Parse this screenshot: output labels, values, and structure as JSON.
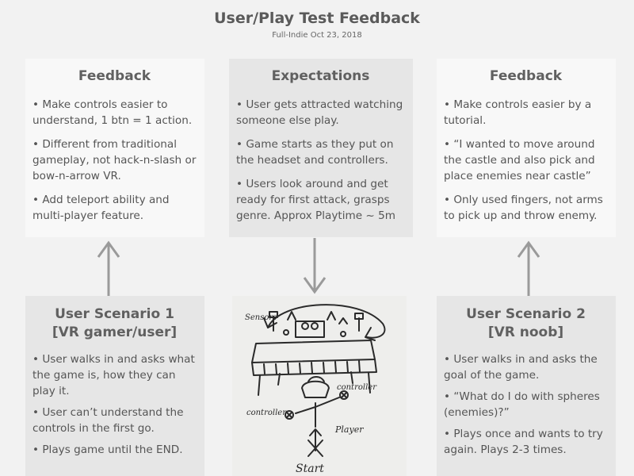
{
  "header": {
    "title": "User/Play Test Feedback",
    "subtitle": "Full-Indie Oct 23, 2018"
  },
  "feedback_left": {
    "title": "Feedback",
    "items": [
      "• Make controls easier to understand, 1 btn = 1 action.",
      "• Different from traditional gameplay, not hack-n-slash or bow-n-arrow VR.",
      "• Add teleport ability and multi-player feature."
    ]
  },
  "expectations": {
    "title": "Expectations",
    "items": [
      "• User gets attracted watching someone else play.",
      "• Game starts as they put on the headset and controllers.",
      "• Users look around and get ready for first attack, grasps genre. Approx Playtime ~ 5m"
    ]
  },
  "feedback_right": {
    "title": "Feedback",
    "items": [
      "• Make controls easier by a tutorial.",
      "• “I wanted to move around the castle and also pick and place enemies near castle”",
      "• Only used fingers, not arms to pick up and throw enemy."
    ]
  },
  "scenario_1": {
    "title_line1": "User Scenario 1",
    "title_line2": "[VR gamer/user]",
    "items": [
      "• User walks in and asks what the game is, how they can play it.",
      "• User can’t understand the controls in the first go.",
      "• Plays game until the END."
    ]
  },
  "scenario_2": {
    "title_line1": "User Scenario 2",
    "title_line2": "[VR noob]",
    "items": [
      "• User walks in and asks the goal of the game.",
      "• “What do I do with spheres (enemies)?”",
      "• Plays once and wants to try again. Plays 2-3 times."
    ]
  },
  "sketch": {
    "sensors_label": "Sensors",
    "controller_left_label": "controller",
    "controller_right_label": "controller",
    "player_label": "Player",
    "start_label": "Start"
  },
  "colors": {
    "background": "#f2f2f2",
    "card_light": "#f8f8f8",
    "card_dark": "#e6e6e6",
    "text": "#555555",
    "arrow": "#9a9a9a"
  }
}
